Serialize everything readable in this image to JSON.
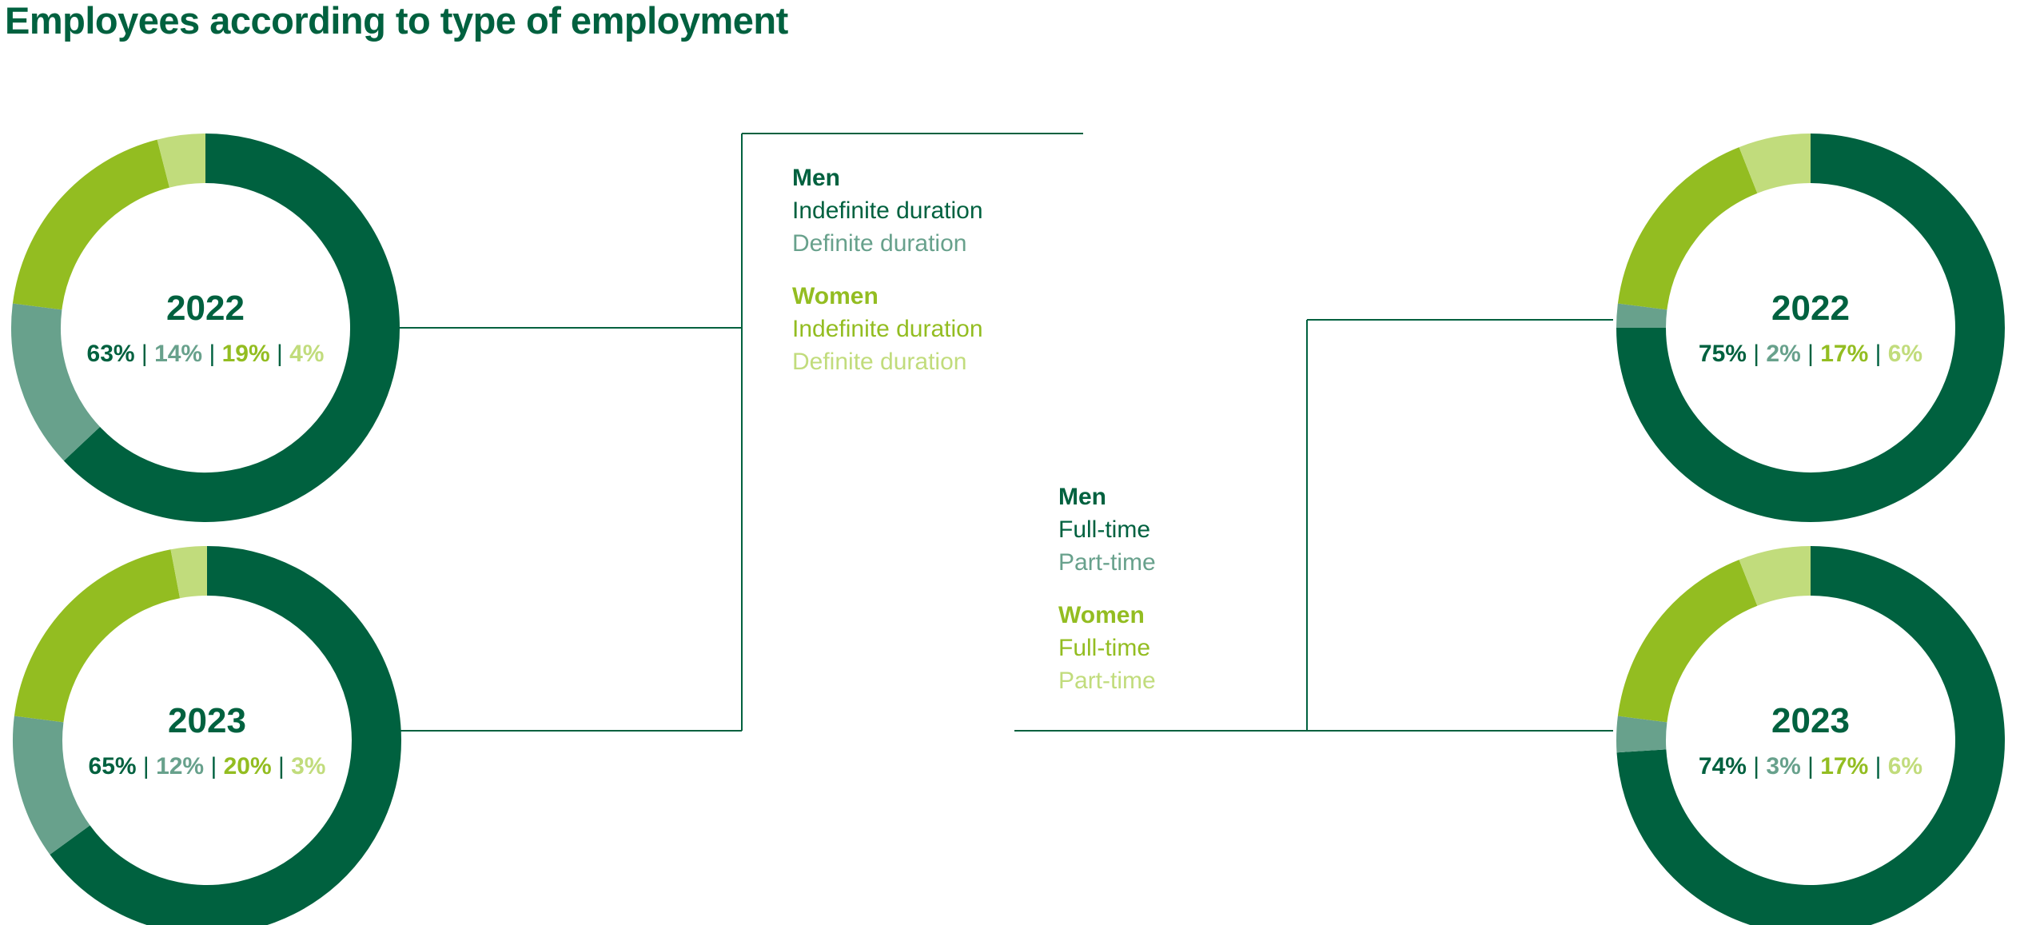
{
  "title": "Employees according to type of employment",
  "colors": {
    "men_main": "#00613f",
    "men_secondary": "#68a18c",
    "women_main": "#93bd21",
    "women_secondary": "#c1dc7c",
    "connector": "#00613f"
  },
  "legend_duration": {
    "men_title": "Men",
    "men_item1": "Indefinite duration",
    "men_item2": "Definite duration",
    "women_title": "Women",
    "women_item1": "Indefinite duration",
    "women_item2": "Definite duration"
  },
  "legend_time": {
    "men_title": "Men",
    "men_item1": "Full-time",
    "men_item2": "Part-time",
    "women_title": "Women",
    "women_item1": "Full-time",
    "women_item2": "Part-time"
  },
  "chart_data": [
    {
      "type": "pie",
      "title": "2022",
      "group": "duration",
      "series": [
        {
          "name": "Men Indefinite duration",
          "value": 63,
          "label": "63%"
        },
        {
          "name": "Men Definite duration",
          "value": 14,
          "label": "14%"
        },
        {
          "name": "Women Indefinite duration",
          "value": 19,
          "label": "19%"
        },
        {
          "name": "Women Definite duration",
          "value": 4,
          "label": "4%"
        }
      ]
    },
    {
      "type": "pie",
      "title": "2023",
      "group": "duration",
      "series": [
        {
          "name": "Men Indefinite duration",
          "value": 65,
          "label": "65%"
        },
        {
          "name": "Men Definite duration",
          "value": 12,
          "label": "12%"
        },
        {
          "name": "Women Indefinite duration",
          "value": 20,
          "label": "20%"
        },
        {
          "name": "Women Definite duration",
          "value": 3,
          "label": "3%"
        }
      ]
    },
    {
      "type": "pie",
      "title": "2022",
      "group": "working-time",
      "series": [
        {
          "name": "Men Full-time",
          "value": 75,
          "label": "75%"
        },
        {
          "name": "Men Part-time",
          "value": 2,
          "label": "2%"
        },
        {
          "name": "Women Full-time",
          "value": 17,
          "label": "17%"
        },
        {
          "name": "Women Part-time",
          "value": 6,
          "label": "6%"
        }
      ]
    },
    {
      "type": "pie",
      "title": "2023",
      "group": "working-time",
      "series": [
        {
          "name": "Men Full-time",
          "value": 74,
          "label": "74%"
        },
        {
          "name": "Men Part-time",
          "value": 3,
          "label": "3%"
        },
        {
          "name": "Women Full-time",
          "value": 17,
          "label": "17%"
        },
        {
          "name": "Women Part-time",
          "value": 6,
          "label": "6%"
        }
      ]
    }
  ]
}
